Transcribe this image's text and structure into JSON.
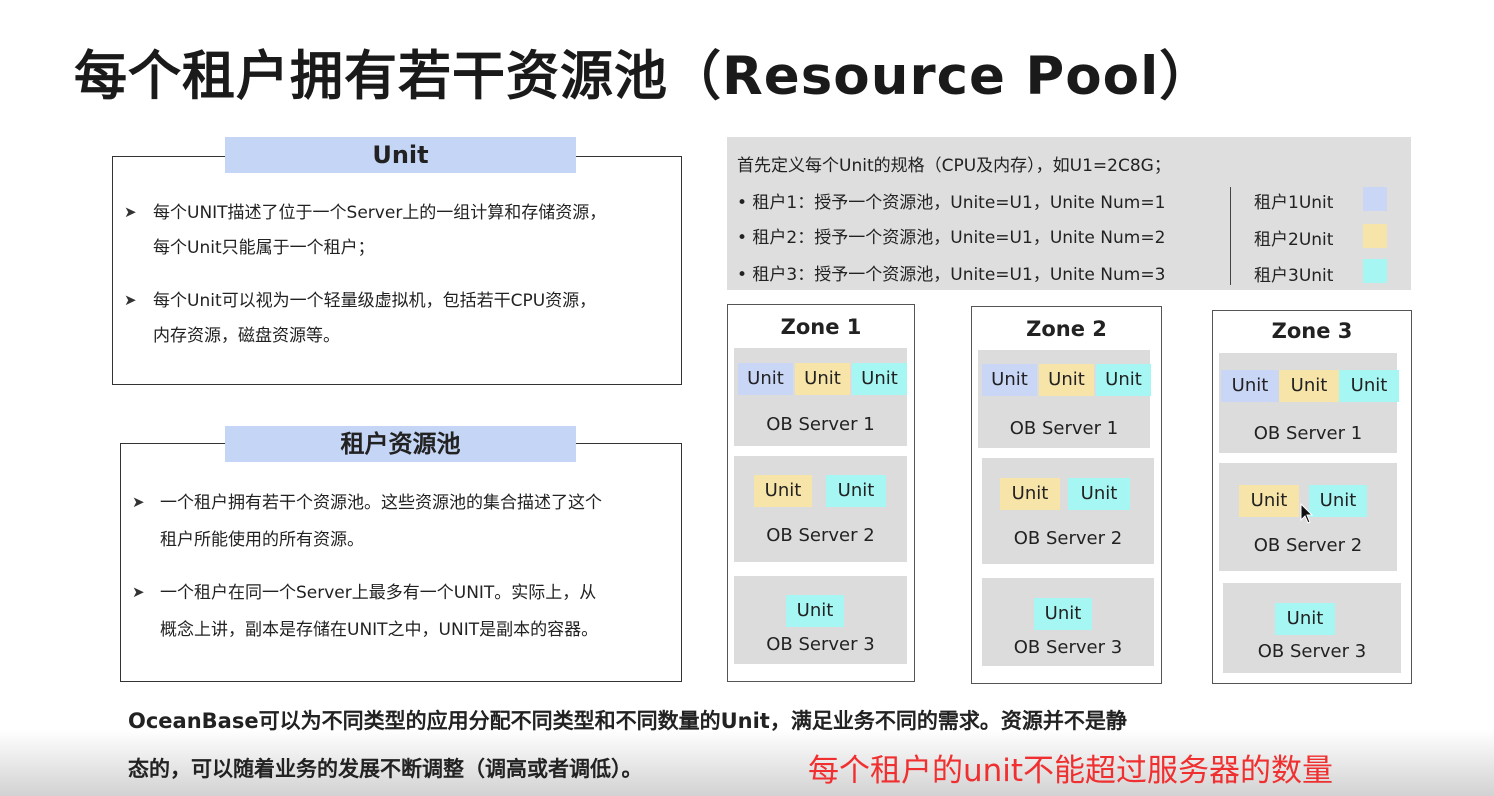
{
  "title": "每个租户拥有若干资源池（Resource Pool）",
  "unit_box": {
    "heading": "Unit",
    "bullets": [
      [
        "每个UNIT描述了位于一个Server上的一组计算和存储资源，",
        "每个Unit只能属于一个租户；"
      ],
      [
        "每个Unit可以视为一个轻量级虚拟机，包括若干CPU资源，",
        "内存资源，磁盘资源等。"
      ]
    ]
  },
  "pool_box": {
    "heading": "租户资源池",
    "bullets": [
      [
        "一个租户拥有若干个资源池。这些资源池的集合描述了这个",
        "租户所能使用的所有资源。"
      ],
      [
        "一个租户在同一个Server上最多有一个UNIT。实际上，从",
        "概念上讲，副本是存储在UNIT之中，UNIT是副本的容器。"
      ]
    ]
  },
  "legend": {
    "intro": "首先定义每个Unit的规格（CPU及内存），如U1=2C8G；",
    "items": [
      {
        "text": "• 租户1：授予一个资源池，Unite=U1，Unite Num=1",
        "label": "租户1Unit",
        "color": "#c9d6f6"
      },
      {
        "text": "• 租户2：授予一个资源池，Unite=U1，Unite Num=2",
        "label": "租户2Unit",
        "color": "#f7e4a8"
      },
      {
        "text": "• 租户3：授予一个资源池，Unite=U1，Unite Num=3",
        "label": "租户3Unit",
        "color": "#a6f7f3"
      }
    ]
  },
  "unit_label": "Unit",
  "zones": [
    {
      "name": "Zone 1",
      "servers": [
        "OB Server 1",
        "OB Server 2",
        "OB Server 3"
      ]
    },
    {
      "name": "Zone 2",
      "servers": [
        "OB Server 1",
        "OB Server 2",
        "OB Server 3"
      ]
    },
    {
      "name": "Zone 3",
      "servers": [
        "OB Server 1",
        "OB Server 2",
        "OB Server 3"
      ]
    }
  ],
  "bottom": {
    "line1": "OceanBase可以为不同类型的应用分配不同类型和不同数量的Unit，满足业务不同的需求。资源并不是静",
    "line2": "态的，可以随着业务的发展不断调整（调高或者调低）。",
    "red_note": "每个租户的unit不能超过服务器的数量"
  }
}
